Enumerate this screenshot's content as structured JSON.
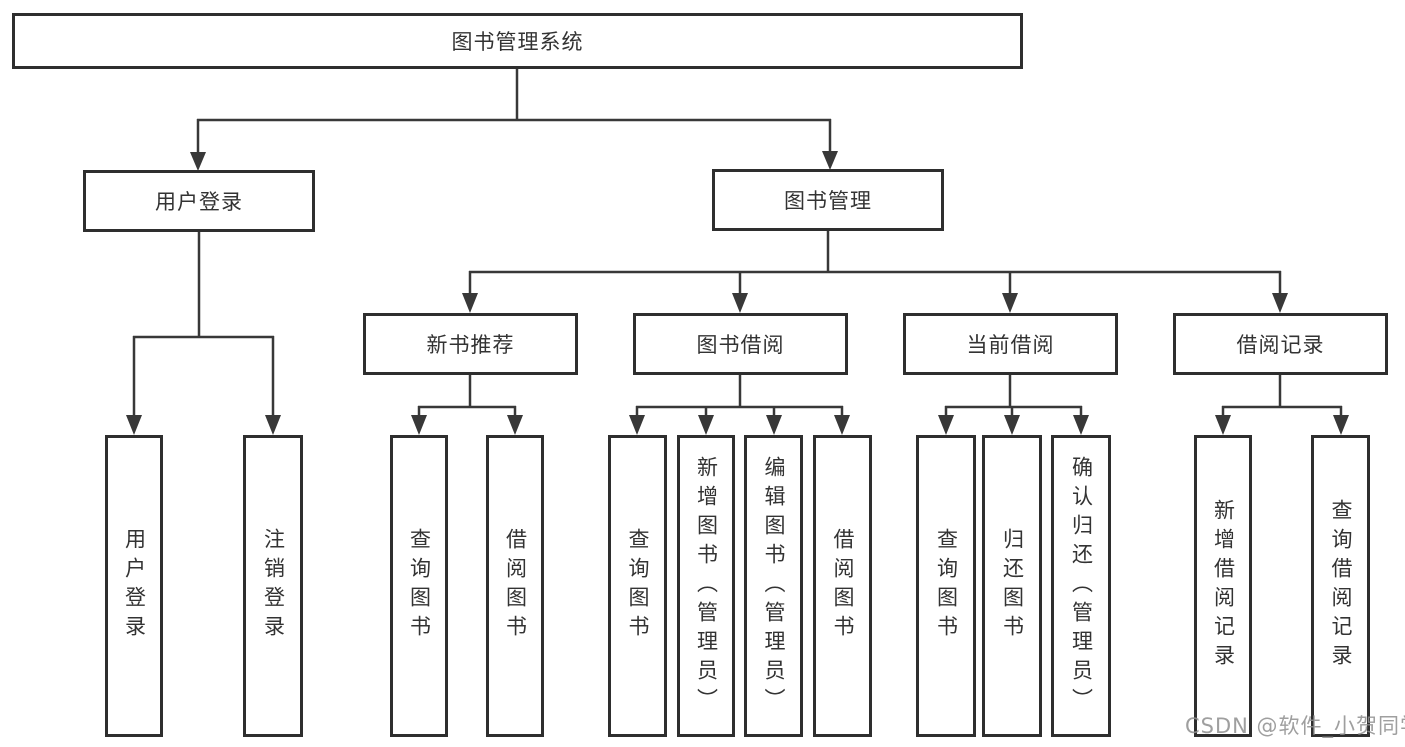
{
  "tree": {
    "label": "图书管理系统",
    "children": [
      {
        "label": "用户登录",
        "children": [
          {
            "label": "用户登录"
          },
          {
            "label": "注销登录"
          }
        ]
      },
      {
        "label": "图书管理",
        "children": [
          {
            "label": "新书推荐",
            "children": [
              {
                "label": "查询图书"
              },
              {
                "label": "借阅图书"
              }
            ]
          },
          {
            "label": "图书借阅",
            "children": [
              {
                "label": "查询图书"
              },
              {
                "label": "新增图书（管理员）"
              },
              {
                "label": "编辑图书（管理员）"
              },
              {
                "label": "借阅图书"
              }
            ]
          },
          {
            "label": "当前借阅",
            "children": [
              {
                "label": "查询图书"
              },
              {
                "label": "归还图书"
              },
              {
                "label": "确认归还（管理员）"
              }
            ]
          },
          {
            "label": "借阅记录",
            "children": [
              {
                "label": "新增借阅记录"
              },
              {
                "label": "查询借阅记录"
              }
            ]
          }
        ]
      }
    ]
  },
  "watermark": "CSDN @软件_小贺同学",
  "colors": {
    "line": "#383838",
    "box_border": "#2e2e2e",
    "text": "#333333",
    "watermark": "#8e8e8e",
    "background": "#ffffff"
  }
}
